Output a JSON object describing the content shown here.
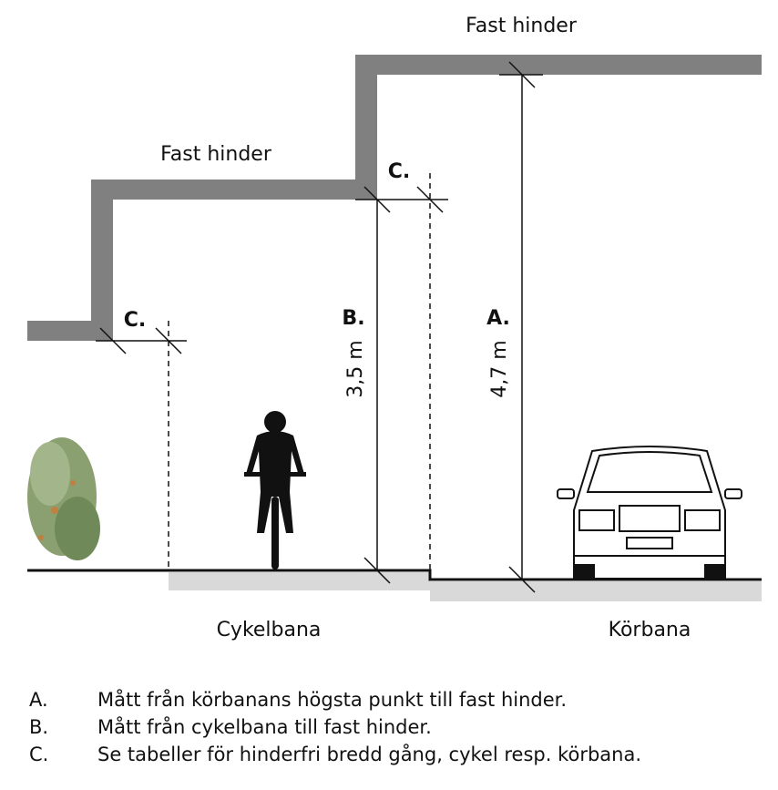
{
  "labels": {
    "obstacle_top": "Fast hinder",
    "obstacle_left": "Fast hinder",
    "c_left": "C.",
    "c_right": "C.",
    "b": "B.",
    "a": "A.",
    "b_height": "3,5 m",
    "a_height": "4,7 m",
    "cycle_lane": "Cykelbana",
    "road": "Körbana"
  },
  "legend": [
    {
      "key": "A.",
      "text": "Mått från körbanans högsta punkt till fast hinder."
    },
    {
      "key": "B.",
      "text": "Mått från cykelbana till fast hinder."
    },
    {
      "key": "C.",
      "text": "Se tabeller för hinderfri bredd gång, cykel resp. körbana."
    }
  ],
  "colors": {
    "wall": "#808080",
    "ground_strip": "#d9d9d9",
    "line": "#111111"
  }
}
